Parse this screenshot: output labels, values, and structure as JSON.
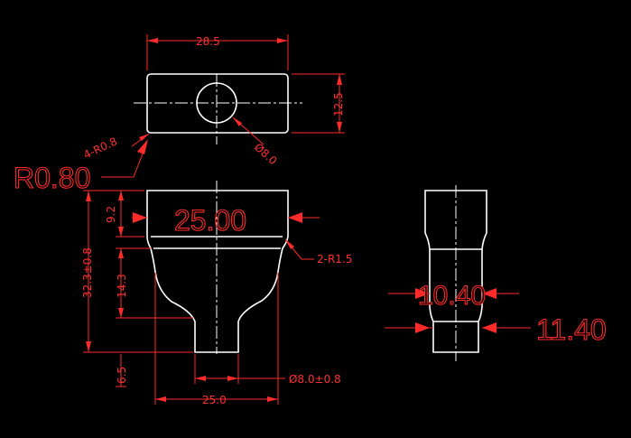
{
  "top_view": {
    "width_dim": "28.5",
    "height_dim": "12.5",
    "hole_dim": "Ø8.0",
    "corner_radius_note": "4-R0.8"
  },
  "front_view": {
    "corner_radius_big": "R0.80",
    "flange_width_big": "25.00",
    "flange_height_dim": "9.2",
    "total_height_dim": "32.3±0.8",
    "funnel_height_dim": "14.3",
    "fillet_note": "2-R1.5",
    "neck_height_dim": "6.5",
    "neck_diameter_dim": "Ø8.0±0.8",
    "bottom_width_dim": "25.0"
  },
  "side_view": {
    "inner_width_big": "10.40",
    "outer_width_big": "11.40"
  },
  "colors": {
    "background": "#000000",
    "geometry": "#ffffff",
    "dimension": "#ff2a2a"
  }
}
